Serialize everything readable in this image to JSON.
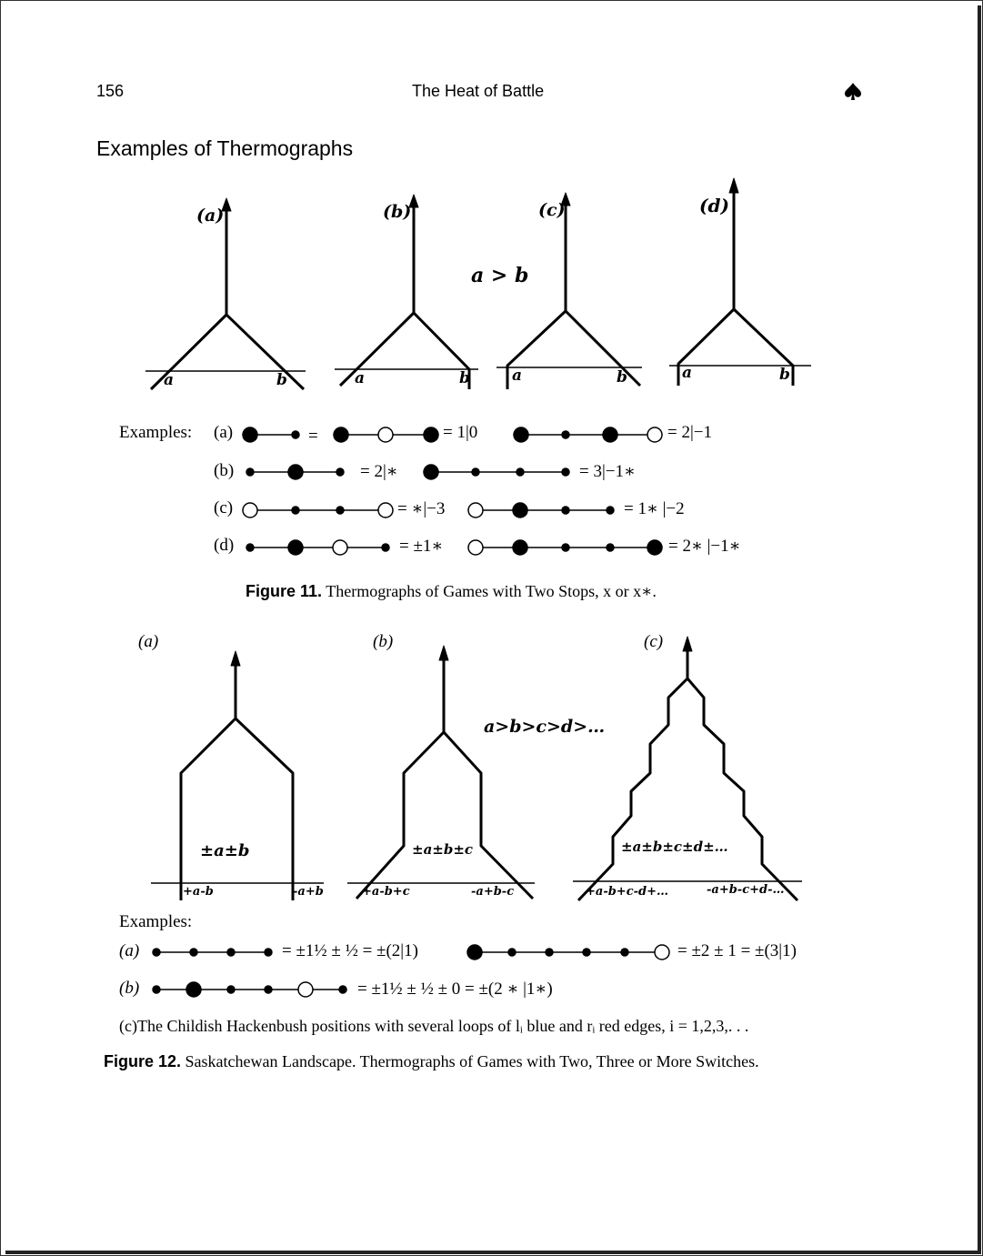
{
  "header": {
    "page_number": "156",
    "running_title": "The Heat of Battle",
    "suit_icon": "spade-icon"
  },
  "section_title": "Examples of Thermographs",
  "figure11": {
    "panel_labels": [
      "(a)",
      "(b)",
      "(c)",
      "(d)"
    ],
    "foot_left": "a",
    "foot_right": "b",
    "relation": "a > b",
    "examples_label": "Examples:",
    "rows": [
      {
        "label": "(a)",
        "eq1": "= 1|0",
        "eq2": "= 2|−1"
      },
      {
        "label": "(b)",
        "eq1": "= 2|∗",
        "eq2": "= 3|−1∗"
      },
      {
        "label": "(c)",
        "eq1": "= ∗|−3",
        "eq2": "= 1∗ |−2"
      },
      {
        "label": "(d)",
        "eq1": "= ±1∗",
        "eq2": "= 2∗ |−1∗"
      }
    ],
    "caption_label": "Figure 11.",
    "caption_text": "Thermographs of Games with Two Stops, x or x∗."
  },
  "figure12": {
    "panel_labels": [
      "(a)",
      "(b)",
      "(c)"
    ],
    "relation": "a>b>c>d>…",
    "mast_a": "±a±b",
    "mast_b": "±a±b±c",
    "mast_c": "±a±b±c±d±…",
    "foot_a_left": "+a-b",
    "foot_a_right": "-a+b",
    "foot_b_left": "+a-b+c",
    "foot_b_right": "-a+b-c",
    "foot_c_left": "+a-b+c-d+…",
    "foot_c_right": "-a+b-c+d-…",
    "examples_label": "Examples:",
    "row_a_label": "(a)",
    "row_a_eq1": "= ±1½ ± ½ = ±(2|1)",
    "row_a_eq2": "= ±2 ± 1 = ±(3|1)",
    "row_b_label": "(b)",
    "row_b_eq": "= ±1½ ± ½ ± 0 = ±(2 ∗ |1∗)",
    "note": "(c)The Childish Hackenbush positions with several loops of lᵢ blue and rᵢ red edges, i = 1,2,3,. . .",
    "caption_label": "Figure 12.",
    "caption_text": "Saskatchewan Landscape. Thermographs of Games with Two, Three or More Switches."
  }
}
